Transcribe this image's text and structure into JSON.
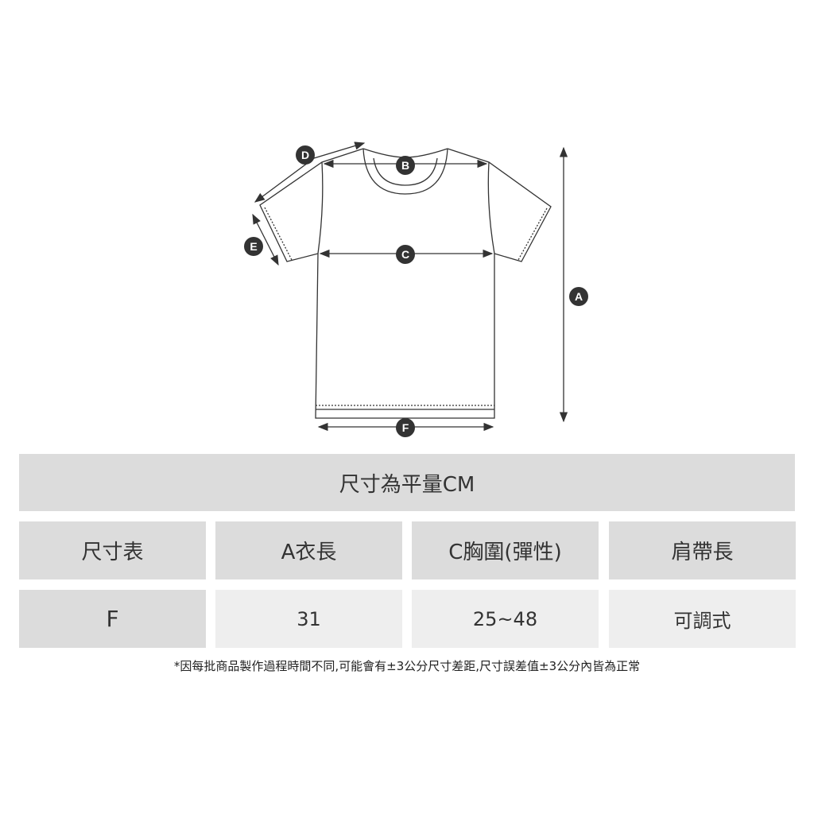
{
  "diagram": {
    "labels": [
      "A",
      "B",
      "C",
      "D",
      "E",
      "F"
    ]
  },
  "table": {
    "title": "尺寸為平量CM",
    "headers": [
      "尺寸表",
      "A衣長",
      "C胸圍(彈性)",
      "肩帶長"
    ],
    "rows": [
      [
        "F",
        "31",
        "25~48",
        "可調式"
      ]
    ]
  },
  "note": "*因每批商品製作過程時間不同,可能會有±3公分尺寸差距,尺寸誤差值±3公分內皆為正常"
}
